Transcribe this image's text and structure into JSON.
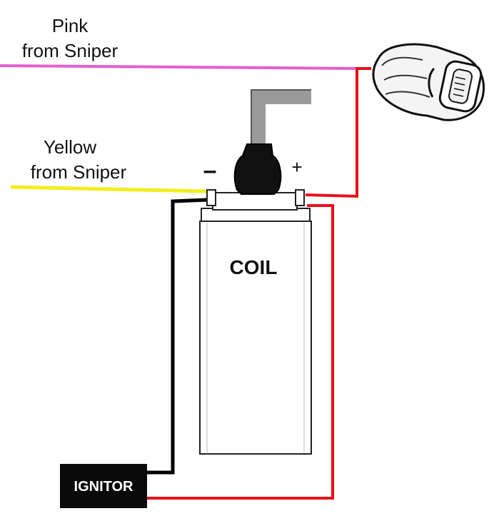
{
  "labels": {
    "pink_line1": "Pink",
    "pink_line2": "from Sniper",
    "yellow_line1": "Yellow",
    "yellow_line2": "from Sniper",
    "minus": "–",
    "plus": "+",
    "coil": "COIL",
    "ignitor": "IGNITOR"
  },
  "colors": {
    "pink_wire": "#e45fd0",
    "yellow_wire": "#f2ee1d",
    "red_wire": "#e8101a",
    "black_wire": "#000000",
    "coil_outline": "#222222",
    "boot": "#111111",
    "lead": "#9a9a9a"
  }
}
